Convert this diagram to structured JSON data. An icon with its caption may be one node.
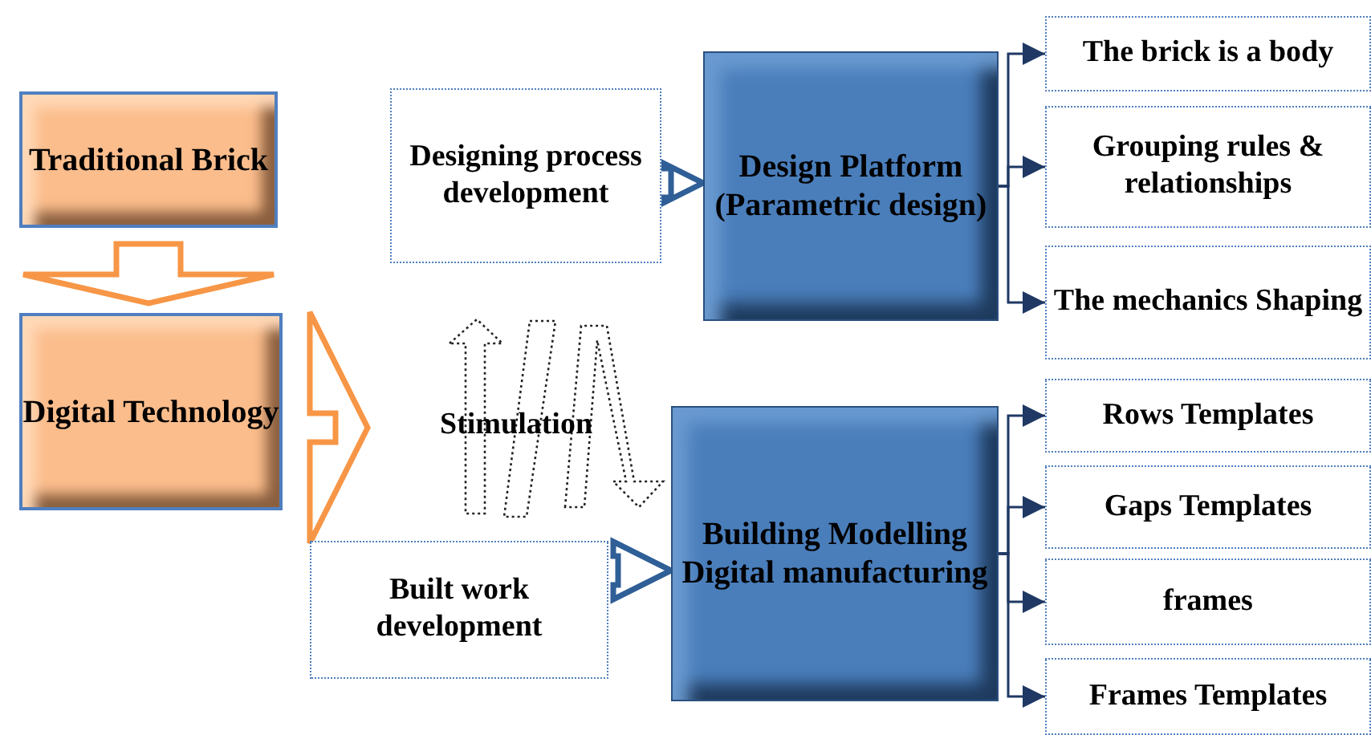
{
  "diagram": {
    "nodes": [
      {
        "text": [
          "Traditional Brick"
        ]
      },
      {
        "text": [
          "Digital Technology"
        ]
      },
      {
        "text": [
          "Designing process development"
        ]
      },
      {
        "text": [
          "Design Platform (Parametric design)"
        ]
      },
      {
        "text": [
          "The brick is a body"
        ]
      },
      {
        "text": [
          "Grouping rules & relationships"
        ]
      },
      {
        "text": [
          "The mechanics Shaping"
        ]
      },
      {
        "text": [
          "Built work development"
        ]
      },
      {
        "text": [
          "Building Modelling Digital manufacturing"
        ]
      },
      {
        "text": [
          "Rows Templates"
        ]
      },
      {
        "text": [
          "Gaps Templates"
        ]
      },
      {
        "text": [
          "frames"
        ]
      },
      {
        "text": [
          "Frames Templates"
        ]
      }
    ],
    "edges": [
      {
        "from": 0,
        "to": 1,
        "arrow": "to",
        "style": "thick",
        "color": "#f79646"
      },
      {
        "from": 1,
        "to": null,
        "arrow": "to",
        "style": "thick",
        "color": "#f79646"
      },
      {
        "from": 2,
        "to": 3,
        "arrow": "to",
        "style": "thick",
        "color": "#2f5f96"
      },
      {
        "from": 7,
        "to": 8,
        "arrow": "to",
        "style": "thick",
        "color": "#2f5f96"
      },
      {
        "from": 3,
        "to": 4,
        "arrow": "to"
      },
      {
        "from": 3,
        "to": 5,
        "arrow": "to"
      },
      {
        "from": 3,
        "to": 6,
        "arrow": "to"
      },
      {
        "from": 8,
        "to": 9,
        "arrow": "to"
      },
      {
        "from": 8,
        "to": 10,
        "arrow": "to"
      },
      {
        "from": 8,
        "to": 11,
        "arrow": "to"
      },
      {
        "from": 8,
        "to": 12,
        "arrow": "to"
      }
    ],
    "labels": [
      "Stimulation"
    ]
  }
}
